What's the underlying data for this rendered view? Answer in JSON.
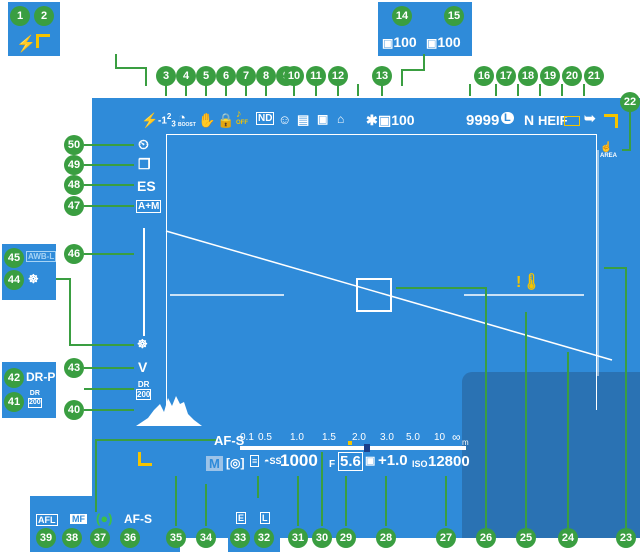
{
  "callouts": {
    "c1": "1",
    "c2": "2",
    "c3": "3",
    "c4": "4",
    "c5": "5",
    "c6": "6",
    "c7": "7",
    "c8": "8",
    "c9": "9",
    "c10": "10",
    "c11": "11",
    "c12": "12",
    "c13": "13",
    "c14": "14",
    "c15": "15",
    "c16": "16",
    "c17": "17",
    "c18": "18",
    "c19": "19",
    "c20": "20",
    "c21": "21",
    "c22": "22",
    "c23": "23",
    "c24": "24",
    "c25": "25",
    "c26": "26",
    "c27": "27",
    "c28": "28",
    "c29": "29",
    "c30": "30",
    "c31": "31",
    "c32": "32",
    "c33": "33",
    "c34": "34",
    "c35": "35",
    "c36": "36",
    "c37": "37",
    "c38": "38",
    "c39": "39",
    "c40": "40",
    "c41": "41",
    "c42": "42",
    "c43": "43",
    "c44": "44",
    "c45": "45",
    "c46": "46",
    "c47": "47",
    "c48": "48",
    "c49": "49",
    "c50": "50"
  },
  "top": {
    "exposure_comp": "-1",
    "exposure_frac_num": "2",
    "exposure_frac_den": "3",
    "boost": "BOOST",
    "off": "OFF",
    "nd": "ND",
    "frame_count_a": "100",
    "frame_count_b": "100",
    "frames_remaining": "9999",
    "image_size": "L",
    "quality": "N",
    "format": "HEIF",
    "area_label": "AREA",
    "frame_count_main": "100"
  },
  "left": {
    "es": "ES",
    "am": "A+M",
    "dr": "DR",
    "dr_value": "200",
    "drp": "DR-P",
    "awbl": "AWB-L",
    "vfilm": "V"
  },
  "bottom": {
    "af_mode": "AF-S",
    "scale": [
      "0.1",
      "0.5",
      "1.0",
      "1.5",
      "2.0",
      "3.0",
      "5.0",
      "10",
      "∞"
    ],
    "scale_unit": "m",
    "shooting_mode": "M",
    "ss_label": "SS",
    "shutter": "1000",
    "f_label": "F",
    "aperture": "5.6",
    "ev": "+1.0",
    "iso_label": "ISO",
    "iso": "12800"
  },
  "inset_bottom": {
    "afl": "AFL",
    "mf": "MF",
    "afs": "AF-S",
    "e_label": "E",
    "l_label": "L"
  },
  "colors": {
    "screen": "#2f8bd9",
    "callout": "#3a9e41",
    "accent": "#f5c400"
  }
}
